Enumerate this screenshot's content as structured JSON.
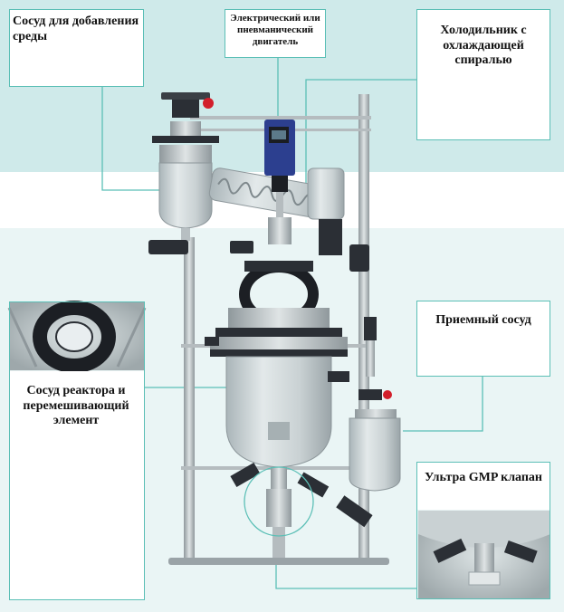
{
  "labels": {
    "feed_vessel": "Сосуд для добавления среды",
    "motor": "Электрический или пневманический двигатель",
    "condenser": "Холодильник с охлаждающей спиралью",
    "receiving_vessel": "Приемный сосуд",
    "reactor_vessel": "Сосуд реактора и перемешивающий элемент",
    "valve": "Ультра GMP клапан"
  },
  "colors": {
    "frame": "#5bbfb6",
    "band": "#cfeaea",
    "glass": "#c9d3d6",
    "steel": "#aeb6b9",
    "dark": "#1c1f24",
    "motor_blue": "#2c3f8f",
    "red": "#d21f2b"
  }
}
